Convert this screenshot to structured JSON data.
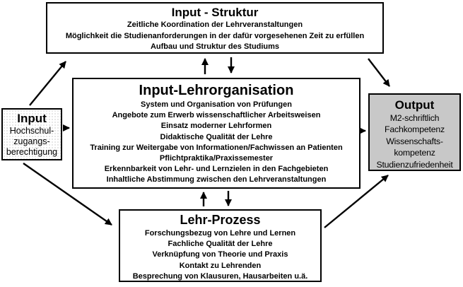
{
  "diagram": {
    "colors": {
      "border": "#000000",
      "box_background": "#ffffff",
      "output_background": "#c8c8c8",
      "arrow": "#000000",
      "text": "#000000"
    },
    "boxes": {
      "struktur": {
        "title": "Input - Struktur",
        "lines": [
          "Zeitliche Koordination der Lehrveranstaltungen",
          "Möglichkeit die Studienanforderungen in der dafür vorgesehenen Zeit zu erfüllen",
          "Aufbau und Struktur des Studiums"
        ]
      },
      "lehrorganisation": {
        "title": "Input-Lehrorganisation",
        "lines": [
          "System und Organisation von Prüfungen",
          "Angebote zum Erwerb wissenschaftlicher Arbeitsweisen",
          "Einsatz moderner Lehrformen",
          "Didaktische Qualität der Lehre",
          "Training zur Weitergabe von Informationen/Fachwissen an Patienten",
          "Pflichtpraktika/Praxissemester",
          "Erkennbarkeit von Lehr- und Lernzielen in den Fachgebieten",
          "Inhaltliche Abstimmung zwischen den Lehrveranstaltungen"
        ]
      },
      "prozess": {
        "title": "Lehr-Prozess",
        "lines": [
          "Forschungsbezug von Lehre und Lernen",
          "Fachliche Qualität der Lehre",
          "Verknüpfung von Theorie und Praxis",
          "Kontakt zu Lehrenden",
          "Besprechung von Klausuren, Hausarbeiten u.ä."
        ]
      },
      "input": {
        "title": "Input",
        "lines": [
          "Hochschul-",
          "zugangs-",
          "berechtigung"
        ]
      },
      "output": {
        "title": "Output",
        "lines": [
          "M2-schriftlich",
          "Fachkompetenz",
          "Wissenschafts-",
          "kompetenz",
          "Studienzufriedenheit"
        ]
      }
    },
    "connections": [
      {
        "from": "input",
        "to": "struktur"
      },
      {
        "from": "input",
        "to": "lehrorganisation"
      },
      {
        "from": "input",
        "to": "prozess"
      },
      {
        "from": "lehrorganisation",
        "to": "struktur"
      },
      {
        "from": "struktur",
        "to": "lehrorganisation"
      },
      {
        "from": "prozess",
        "to": "lehrorganisation"
      },
      {
        "from": "lehrorganisation",
        "to": "prozess"
      },
      {
        "from": "struktur",
        "to": "output"
      },
      {
        "from": "lehrorganisation",
        "to": "output"
      },
      {
        "from": "prozess",
        "to": "output"
      }
    ]
  }
}
